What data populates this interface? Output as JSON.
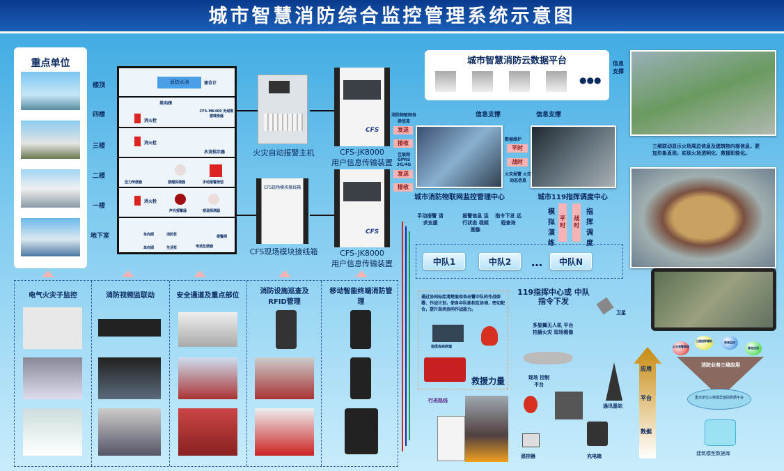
{
  "title": "城市智慧消防综合监控管理系统示意图",
  "key_units": {
    "title": "重点单位"
  },
  "building": {
    "floors": [
      "楼顶",
      "四楼",
      "三楼",
      "二楼",
      "一楼",
      "地下室"
    ],
    "items": {
      "water_tank": "消防水池",
      "level_meter": "液位计",
      "check_valve": "单向阀",
      "mk400": "CFS-MK400 无线数据转换器",
      "hydrant": "消火栓",
      "flow_indicator": "水流指示器",
      "pressure_sensor": "压力传感器",
      "smoke_detector": "感烟探测器",
      "manual_button": "手动报警按钮",
      "sound_light": "声光报警器",
      "heat_detector": "感温探测器",
      "fire_pump": "消防泵",
      "domestic_pump": "生活泵",
      "current_transformer": "电流互感器",
      "alarm_valve": "报警阀"
    }
  },
  "devices": {
    "alarm_host": "火灾自动报警主机",
    "jk8000_name": "CFS-JK8000",
    "jk8000_desc": "用户信息传输装置",
    "module_box": "CFS现场模块接线箱",
    "module_box_title": "CFS现场模块接线箱",
    "brand": "CFS"
  },
  "links": {
    "iot_info": "消防物联网各类信息",
    "send": "发送",
    "receive": "接收",
    "network": "互联网 GPRS 3G/4G",
    "info_support": "信息支撑",
    "data_maint": "数据维护",
    "peacetime": "平时",
    "wartime": "战时",
    "fire_alarm_info": "火灾报警 火灾动态信息"
  },
  "cloud": {
    "title": "城市智慧消防云数据平台",
    "more": "●●●"
  },
  "centers": {
    "monitor": "城市消防物联网监控管理中心",
    "dispatch": "城市119指挥调度中心"
  },
  "flows": {
    "manual": "手动报警 请求支援",
    "alarm_info": "报警信息 运行状态 视频图像",
    "command": "指令下发 远程查询",
    "drill": "模拟演练",
    "command_dispatch": "指挥调度",
    "order": "119指挥中心或 中队指令下发",
    "route": "行进路线"
  },
  "squads": [
    "中队1",
    "中队2",
    "…",
    "中队N"
  ],
  "rescue": {
    "desc": "通过协同标绘清楚展现各出警中队的作战部署、作战计划，使各中队能相互协调，密切配合，提升现场协同作战能力。",
    "terminal": "指挥会商终端",
    "title": "救援力量"
  },
  "field": {
    "drone": "多旋翼无人机 平台拍摄火灾 现场图像",
    "satellite": "卫星",
    "control": "现场 控制平台",
    "base_station": "通讯基站",
    "remote": "遥控器",
    "charger": "充电箱"
  },
  "three_d": {
    "desc": "三维联动显示火场周边信息及建筑物内部信息，更加形象直观，实现火场透明化、救援职能化。"
  },
  "pyramid": {
    "levels": [
      "应用",
      "平台",
      "数据"
    ],
    "spheres": [
      "火灾报警联动",
      "三维指挥辅助",
      "视频监控",
      "其他应用"
    ],
    "app": "消防业务三维应用",
    "platform": "重点单位三维模型基础数据平台",
    "db": "建筑模型数据库"
  },
  "subsystems": [
    "电气火灾子监控",
    "消防视频监联动",
    "安全通道及重点部位",
    "消防设施巡查及RFID管理",
    "移动智能终端消防管理"
  ]
}
